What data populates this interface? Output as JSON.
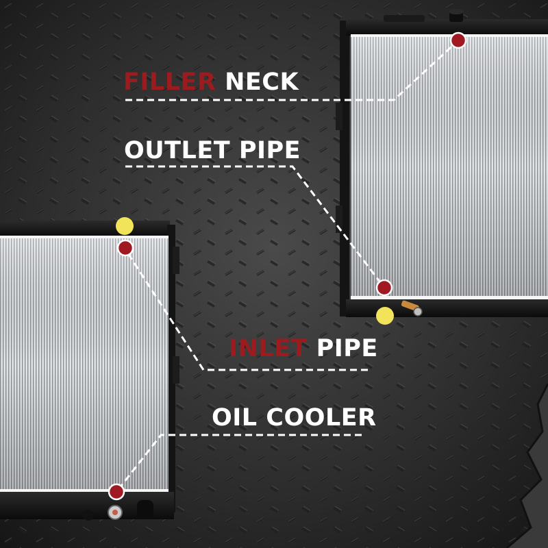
{
  "callouts": {
    "filler_neck": {
      "highlight": "FILLER",
      "rest": " NECK"
    },
    "outlet_pipe": {
      "highlight": "",
      "rest": "OUTLET PIPE"
    },
    "inlet_pipe": {
      "highlight": "INLET",
      "rest": " PIPE"
    },
    "oil_cooler": {
      "highlight": "",
      "rest": "OIL COOLER"
    }
  },
  "colors": {
    "accent_red": "#9b1b1f",
    "label_white": "#ffffff",
    "marker_red": "#a01a24",
    "marker_yellow": "#f2e45a",
    "background": "#2c2c2c"
  }
}
